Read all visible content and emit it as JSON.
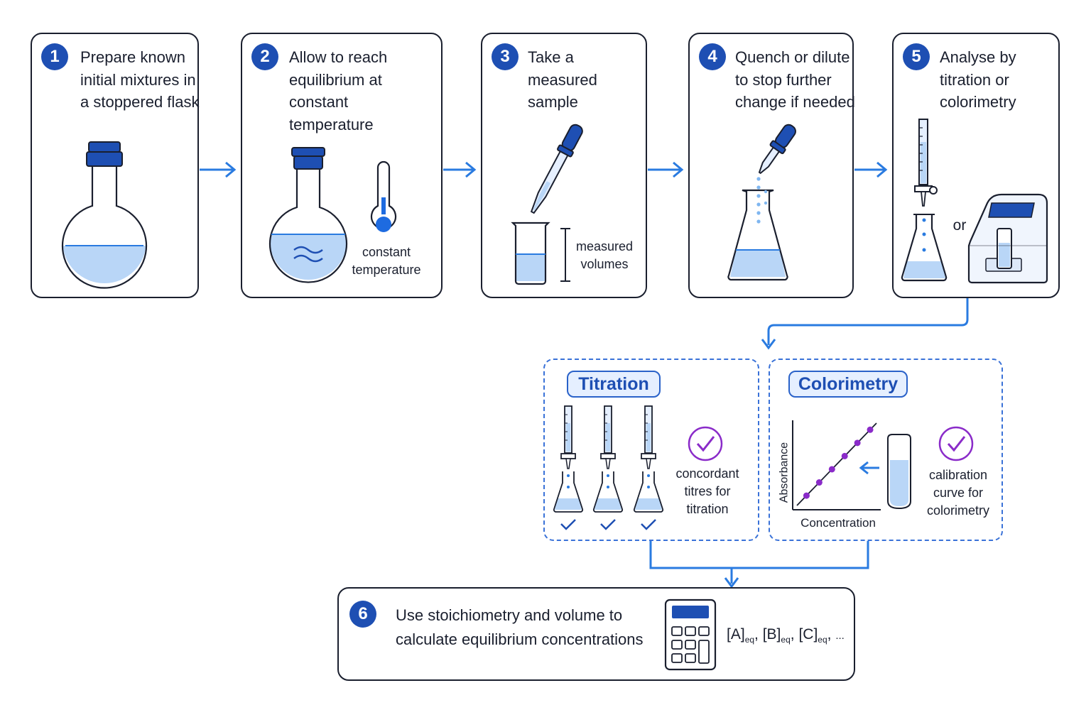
{
  "steps": [
    {
      "number": "1",
      "title": "Prepare known\ninitial mixtures in\na stoppered flask"
    },
    {
      "number": "2",
      "title": "Allow to reach\nequilibrium at\nconstant\ntemperature"
    },
    {
      "number": "3",
      "title": "Take a\nmeasured\nsample"
    },
    {
      "number": "4",
      "title": "Quench or dilute\nto stop further\nchange if needed"
    },
    {
      "number": "5",
      "title": "Analyse by\ntitration or\ncolorimetry"
    }
  ],
  "labels": {
    "constant_temperature": "constant\ntemperature",
    "measured_volumes": "measured\nvolumes",
    "or": "or"
  },
  "titration": {
    "title": "Titration",
    "caption": "concordant\ntitres for\ntitration"
  },
  "colorimetry": {
    "title": "Colorimetry",
    "caption": "calibration\ncurve for\ncolorimetry",
    "xlabel": "Concentration",
    "ylabel": "Absorbance"
  },
  "final": {
    "number": "6",
    "title": "Use stoichiometry and volume to\ncalculate equilibrium concentrations",
    "eq_a": "[A]",
    "eq_b": "[B]",
    "eq_c": "[C]",
    "eq_sub": "eq",
    "eq_tail": "..."
  },
  "colors": {
    "accent": "#1e4fb3",
    "arrow": "#2a7be0",
    "liquid": "#b9d6f7",
    "check": "#8a2bc9",
    "outline": "#1a1f2e"
  }
}
